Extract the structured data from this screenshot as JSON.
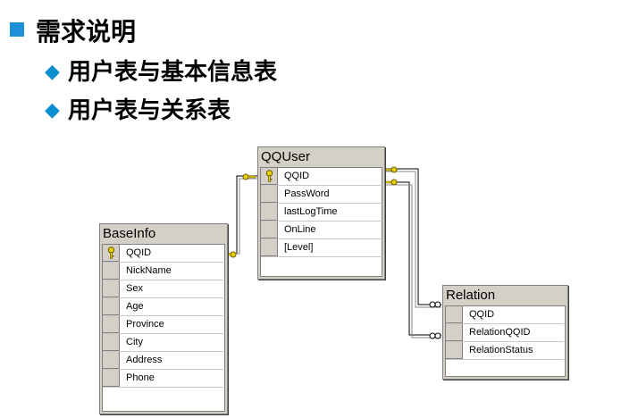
{
  "title": "需求说明",
  "bullets": [
    "用户表与基本信息表",
    "用户表与关系表"
  ],
  "tables": {
    "qquser": {
      "name": "QQUser",
      "columns": [
        {
          "name": "QQID",
          "key": true
        },
        {
          "name": "PassWord",
          "key": false
        },
        {
          "name": "lastLogTime",
          "key": false
        },
        {
          "name": "OnLine",
          "key": false
        },
        {
          "name": "[Level]",
          "key": false
        }
      ]
    },
    "baseinfo": {
      "name": "BaseInfo",
      "columns": [
        {
          "name": "QQID",
          "key": true
        },
        {
          "name": "NickName",
          "key": false
        },
        {
          "name": "Sex",
          "key": false
        },
        {
          "name": "Age",
          "key": false
        },
        {
          "name": "Province",
          "key": false
        },
        {
          "name": "City",
          "key": false
        },
        {
          "name": "Address",
          "key": false
        },
        {
          "name": "Phone",
          "key": false
        }
      ]
    },
    "relation": {
      "name": "Relation",
      "columns": [
        {
          "name": "QQID",
          "key": false
        },
        {
          "name": "RelationQQID",
          "key": false
        },
        {
          "name": "RelationStatus",
          "key": false
        }
      ]
    }
  },
  "colors": {
    "bullet": "#1E90D6",
    "diamond": "#0B8FD1",
    "table_header": "#D4D0C8"
  }
}
